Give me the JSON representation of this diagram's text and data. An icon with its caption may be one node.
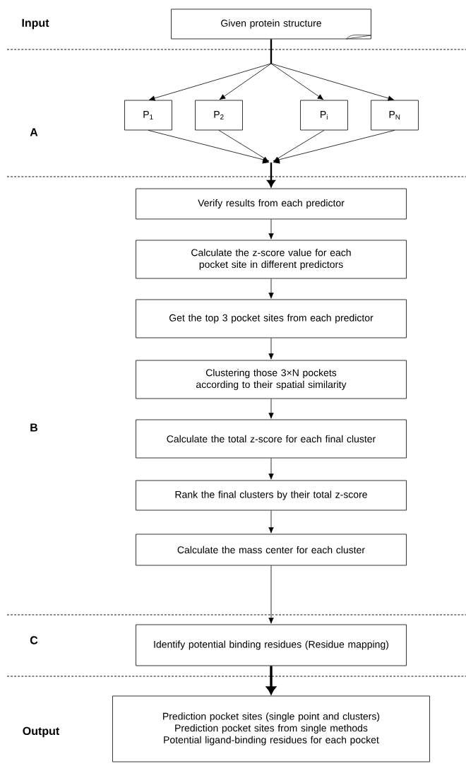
{
  "diagram": {
    "nodes": [
      {
        "text": [
          "Given protein structure"
        ]
      },
      {
        "text": [
          "P$_{1}$"
        ]
      },
      {
        "text": [
          "P$_{2}$"
        ]
      },
      {
        "text": [
          "P$_{i}$"
        ]
      },
      {
        "text": [
          "P$_{N}$"
        ]
      },
      {
        "text": [
          "Verify results from each predictor"
        ]
      },
      {
        "text": [
          "Calculate the z-score value for each pocket site in different predictors"
        ]
      },
      {
        "text": [
          "Get the top 3 pocket sites from each predictor"
        ]
      },
      {
        "text": [
          "Clustering those 3×N pockets according to their spatial similarity"
        ]
      },
      {
        "text": [
          "Calculate the total z-score for each final cluster"
        ]
      },
      {
        "text": [
          "Rank the final clusters by their total z-score"
        ]
      },
      {
        "text": [
          "Calculate the mass center for each cluster"
        ]
      },
      {
        "text": [
          "Identify potential binding residues (Residue mapping)"
        ]
      },
      {
        "text": [
          "Prediction pocket sites (single point and clusters)",
          "Prediction pocket sites from single methods",
          "Potential ligand-binding residues for each pocket"
        ]
      }
    ],
    "edges": [
      {
        "from": 0,
        "to": 1,
        "arrow": "to"
      },
      {
        "from": 0,
        "to": 2,
        "arrow": "to"
      },
      {
        "from": 0,
        "to": 3,
        "arrow": "to"
      },
      {
        "from": 0,
        "to": 4,
        "arrow": "to"
      },
      {
        "from": 1,
        "to": 5,
        "arrow": "to"
      },
      {
        "from": 2,
        "to": 5,
        "arrow": "to"
      },
      {
        "from": 3,
        "to": 5,
        "arrow": "to"
      },
      {
        "from": 4,
        "to": 5,
        "arrow": "to"
      },
      {
        "from": 5,
        "to": 6,
        "arrow": "to"
      },
      {
        "from": 6,
        "to": 7,
        "arrow": "to"
      },
      {
        "from": 7,
        "to": 8,
        "arrow": "to"
      },
      {
        "from": 8,
        "to": 9,
        "arrow": "to"
      },
      {
        "from": 9,
        "to": 10,
        "arrow": "to"
      },
      {
        "from": 10,
        "to": 11,
        "arrow": "to"
      },
      {
        "from": 11,
        "to": 12,
        "arrow": "to"
      },
      {
        "from": 12,
        "to": 13,
        "arrow": "to",
        "style": "thick"
      }
    ],
    "labels": [
      "Input",
      "A",
      "B",
      "C",
      "Output"
    ]
  }
}
